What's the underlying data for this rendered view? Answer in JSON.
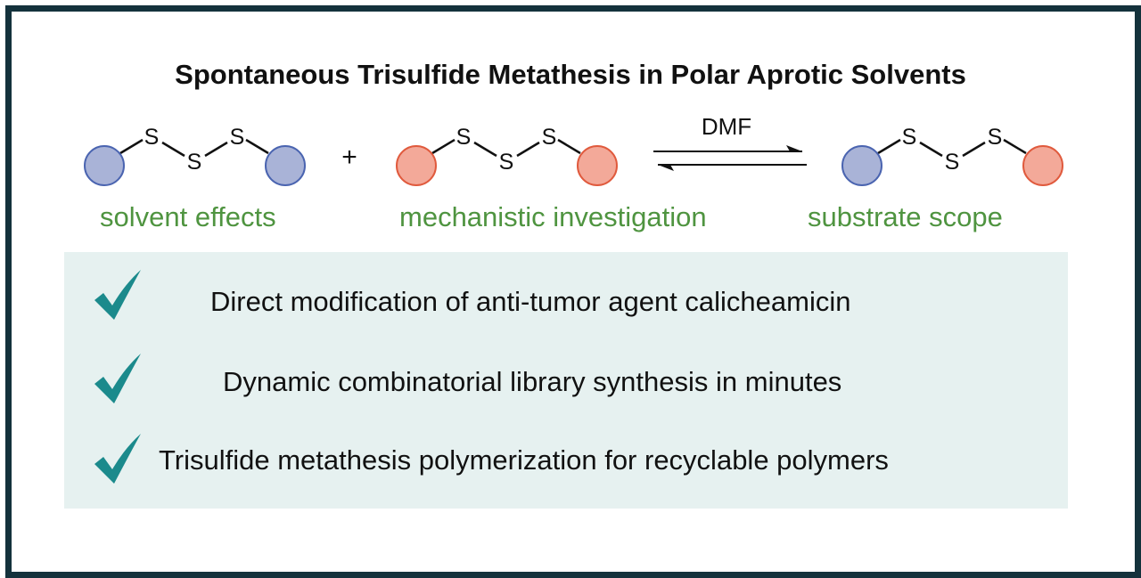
{
  "title": "Spontaneous Trisulfide Metathesis in Polar Aprotic Solvents",
  "scheme": {
    "atom_label": "S",
    "plus": "+",
    "condition": "DMF",
    "colors": {
      "blue_fill": "#a9b3d7",
      "blue_stroke": "#4a64b0",
      "red_fill": "#f3a999",
      "red_stroke": "#e05a3d"
    }
  },
  "captions": {
    "left": "solvent effects",
    "middle": "mechanistic investigation",
    "right": "substrate scope"
  },
  "benefits": [
    {
      "icon": "checkmark-icon",
      "text": "Direct modification of anti-tumor agent calicheamicin"
    },
    {
      "icon": "checkmark-icon",
      "text": "Dynamic combinatorial library synthesis in minutes"
    },
    {
      "icon": "checkmark-icon",
      "text": "Trisulfide metathesis polymerization for recyclable polymers"
    }
  ],
  "colors": {
    "frame": "#14323c",
    "caption_green": "#4f9440",
    "panel_bg": "#e6f1f0",
    "check_teal": "#1b8a8c"
  }
}
